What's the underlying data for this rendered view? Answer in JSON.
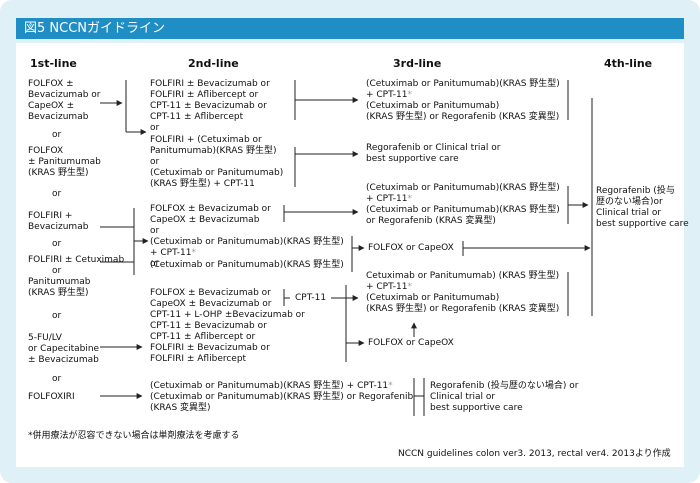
{
  "title": "図5 NCCNガイドライン",
  "headers": {
    "first": "1st-line",
    "second": "2nd-line",
    "third": "3rd-line",
    "fourth": "4th-line"
  },
  "first_line": {
    "a1": "FOLFOX ±",
    "a2": "Bevacizumab or",
    "a3": "CapeOX ±",
    "a4": "Bevacizumab",
    "or1": "or",
    "b1": "FOLFOX",
    "b2": "± Panitumumab",
    "b3": "(KRAS 野生型)",
    "or2": "or",
    "c1": "FOLFIRI +",
    "c2": "Bevacizumab",
    "or3": "or",
    "d1": "FOLFIRI ± Cetuximab",
    "d2": "or",
    "d3": "Panitumumab",
    "d4": "(KRAS 野生型)",
    "or4": "or",
    "e1": "5-FU/LV",
    "e2": "or Capecitabine",
    "e3": "± Bevacizumab",
    "or5": "or",
    "f1": "FOLFOXIRI"
  },
  "second_line": {
    "g1_1": "FOLFIRI ± Bevacizumab or",
    "g1_2": "FOLFIRI ± Aflibercept or",
    "g1_3": "CPT-11 ± Bevacizumab or",
    "g1_4": "CPT-11 ± Aflibercept",
    "g1_5": "or",
    "g2_1": "FOLFIRI + (Cetuximab or",
    "g2_2": "Panitumumab)(KRAS 野生型)",
    "g2_3": "or",
    "g2_4": "(Cetuximab or Panitumumab)",
    "g2_5": "(KRAS 野生型) + CPT-11",
    "g3_1": "FOLFOX ± Bevacizumab or",
    "g3_2": "CapeOX ± Bevacizumab",
    "g3_3": "or",
    "g3_4": "(Cetuximab or Panitumumab)(KRAS 野生型)",
    "g3_5": "+ CPT-11",
    "g3_6": "or",
    "g3_7": "(Cetuximab or Panitumumab)(KRAS 野生型)",
    "g4_1": "FOLFOX ± Bevacizumab or",
    "g4_2": "CapeOX ± Bevacizumab or",
    "g4_3": "CPT-11 + L-OHP ±Bevacizumab or",
    "g4_4": "CPT-11 ± Bevacizumab or",
    "g4_5": "CPT-11 ± Aflibercept or",
    "g4_6": "FOLFIRI ± Bevacizumab or",
    "g4_7": "FOLFIRI ± Aflibercept",
    "cpt11": "CPT-11",
    "g5_1": "(Cetuximab or Panitumumab)(KRAS 野生型) + CPT-11",
    "g5_2": "(Cetuximab or Panitumumab)(KRAS 野生型) or Regorafenib",
    "g5_3": "(KRAS 変異型)"
  },
  "third_line": {
    "h1_1": "(Cetuximab or Panitumumab)(KRAS 野生型)",
    "h1_2": "+ CPT-11",
    "h1_3": "(Cetuximab or Panitumumab)",
    "h1_4": "(KRAS 野生型) or Regorafenib (KRAS 変異型)",
    "h2_1": "Regorafenib or Clinical trial or",
    "h2_2": "best supportive care",
    "h3_1": "(Cetuximab or Panitumumab)(KRAS 野生型)",
    "h3_2": "+ CPT-11",
    "h3_3": "(Cetuximab or Panitumumab)(KRAS 野生型)",
    "h3_4": "or Regorafenib (KRAS 変異型)",
    "h4_1": "FOLFOX or CapeOX",
    "h5_1": "Cetuximab or Panitumumab) (KRAS 野生型)",
    "h5_2": "+ CPT-11",
    "h5_3": "(Cetuximab or Panitumumab)",
    "h5_4": "(KRAS 野生型) or Regorafenib (KRAS 変異型)",
    "h6_1": "FOLFOX or CapeOX",
    "h7_1": "Regorafenib (投与歴のない場合) or",
    "h7_2": "Clinical trial or",
    "h7_3": "best supportive care"
  },
  "fourth_line": {
    "i1": "Regorafenib (投与",
    "i2": "歴のない場合)or",
    "i3": "Clinical trial or",
    "i4": "best supportive care"
  },
  "asterisk": "*",
  "note": "*併用療法が忍容できない場合は単剤療法を考慮する",
  "source": "NCCN guidelines colon ver3. 2013, rectal ver4. 2013より作成",
  "colors": {
    "title_bar": "#1f8ec4",
    "frame": "#dff0f7",
    "asterisk": "#999999"
  }
}
